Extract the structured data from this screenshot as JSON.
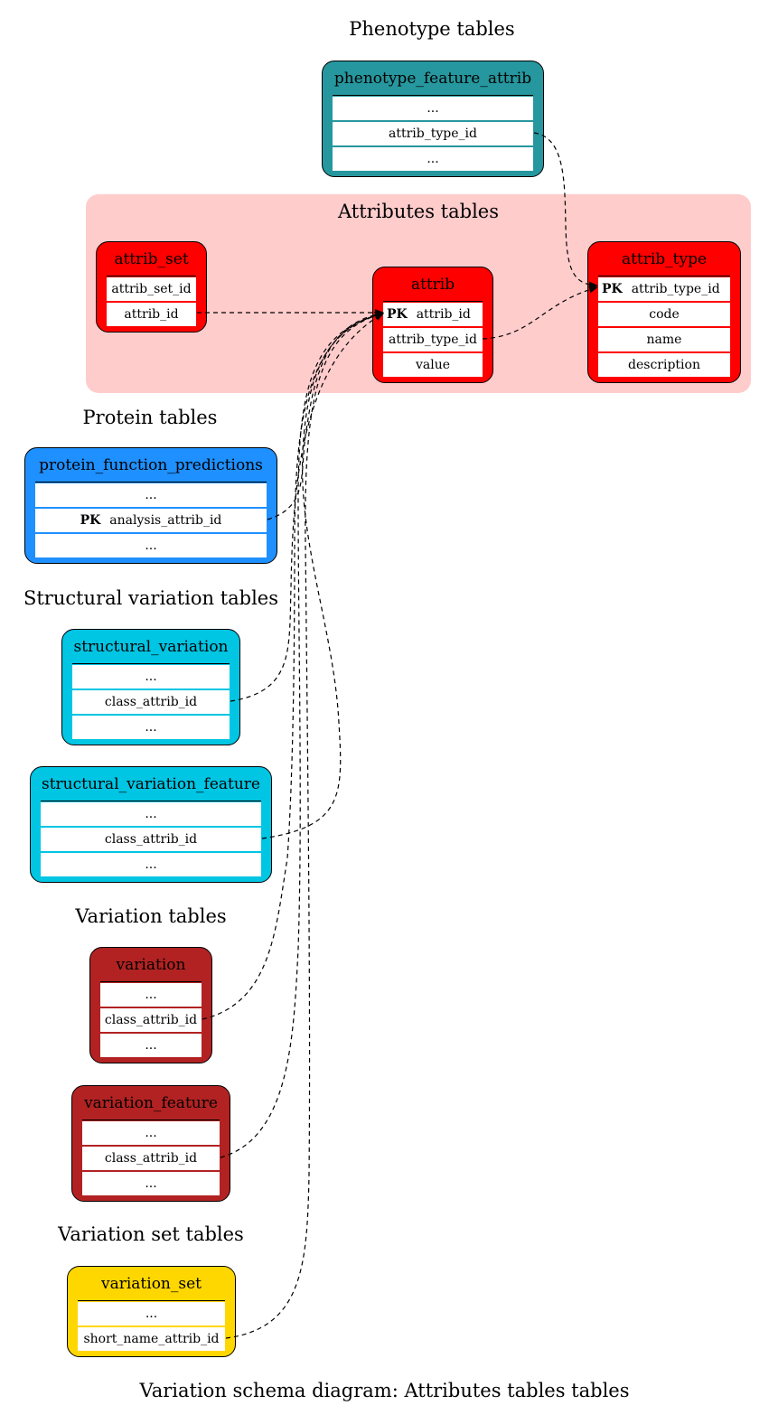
{
  "clusters": {
    "phenotype": "Phenotype tables",
    "attributes": "Attributes tables",
    "protein": "Protein tables",
    "structural_variation": "Structural variation tables",
    "variation": "Variation tables",
    "variation_set": "Variation set tables"
  },
  "pk_label": "PK",
  "ellipsis": "...",
  "tables": {
    "phenotype_feature_attrib": {
      "name": "phenotype_feature_attrib",
      "col": "attrib_type_id",
      "color": "#26979e"
    },
    "attrib_set": {
      "name": "attrib_set",
      "cols": [
        "attrib_set_id",
        "attrib_id"
      ],
      "color": "#ff0000"
    },
    "attrib": {
      "name": "attrib",
      "pk": "attrib_id",
      "cols": [
        "attrib_type_id",
        "value"
      ],
      "color": "#ff0000"
    },
    "attrib_type": {
      "name": "attrib_type",
      "pk": "attrib_type_id",
      "cols": [
        "code",
        "name",
        "description"
      ],
      "color": "#ff0000"
    },
    "protein_function_predictions": {
      "name": "protein_function_predictions",
      "pk": "analysis_attrib_id",
      "color": "#1e90ff"
    },
    "structural_variation": {
      "name": "structural_variation",
      "col": "class_attrib_id",
      "color": "#00c5e3"
    },
    "structural_variation_feature": {
      "name": "structural_variation_feature",
      "col": "class_attrib_id",
      "color": "#00c5e3"
    },
    "variation": {
      "name": "variation",
      "col": "class_attrib_id",
      "color": "#b22222"
    },
    "variation_feature": {
      "name": "variation_feature",
      "col": "class_attrib_id",
      "color": "#b22222"
    },
    "variation_set": {
      "name": "variation_set",
      "col": "short_name_attrib_id",
      "color": "#ffd700"
    }
  },
  "colors": {
    "attributes_cluster_bg": "#ffcccc"
  },
  "caption": "Variation schema diagram: Attributes tables tables"
}
